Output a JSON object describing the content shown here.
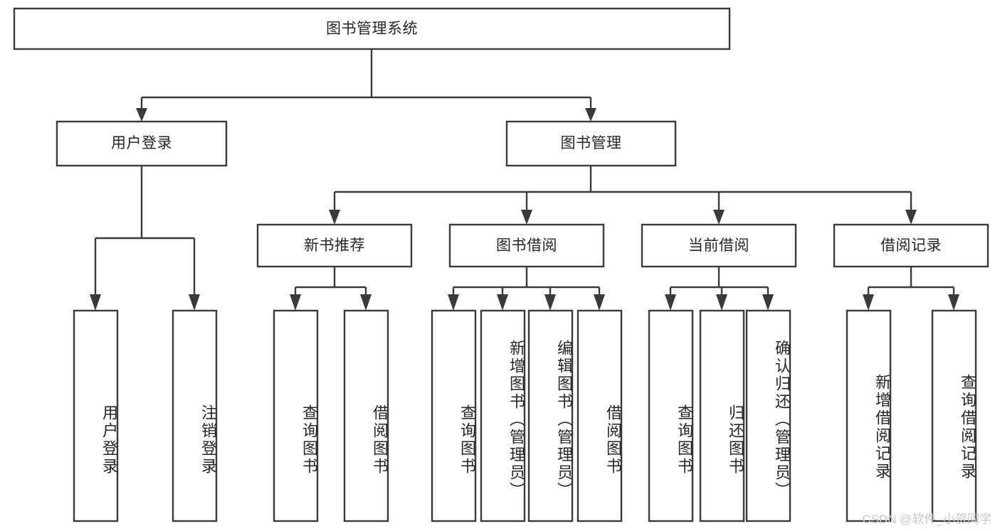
{
  "diagram": {
    "title": "图书管理系统",
    "type": "tree-hierarchy-chart",
    "colors": {
      "box_stroke": "#3a3a3a",
      "box_fill": "#ffffff",
      "text": "#262626",
      "watermark": "#c9c9c9",
      "background": "#ffffff"
    },
    "root": {
      "label": "图书管理系统"
    },
    "level2": [
      {
        "label": "用户登录"
      },
      {
        "label": "图书管理"
      }
    ],
    "level3": [
      {
        "label": "新书推荐"
      },
      {
        "label": "图书借阅"
      },
      {
        "label": "当前借阅"
      },
      {
        "label": "借阅记录"
      }
    ],
    "leaves": {
      "user_login": [
        {
          "label": "用户登录"
        },
        {
          "label": "注销登录"
        }
      ],
      "new_book_recommend": [
        {
          "label": "查询图书"
        },
        {
          "label": "借阅图书"
        }
      ],
      "book_borrow": [
        {
          "label": "查询图书"
        },
        {
          "label": "新增图书（管理员）"
        },
        {
          "label": "编辑图书（管理员）"
        },
        {
          "label": "借阅图书"
        }
      ],
      "current_borrow": [
        {
          "label": "查询图书"
        },
        {
          "label": "归还图书"
        },
        {
          "label": "确认归还（管理员）"
        }
      ],
      "borrow_record": [
        {
          "label": "新增借阅记录"
        },
        {
          "label": "查询借阅记录"
        }
      ]
    }
  },
  "watermark": {
    "text": "CSDN @软件_小贺同学"
  }
}
